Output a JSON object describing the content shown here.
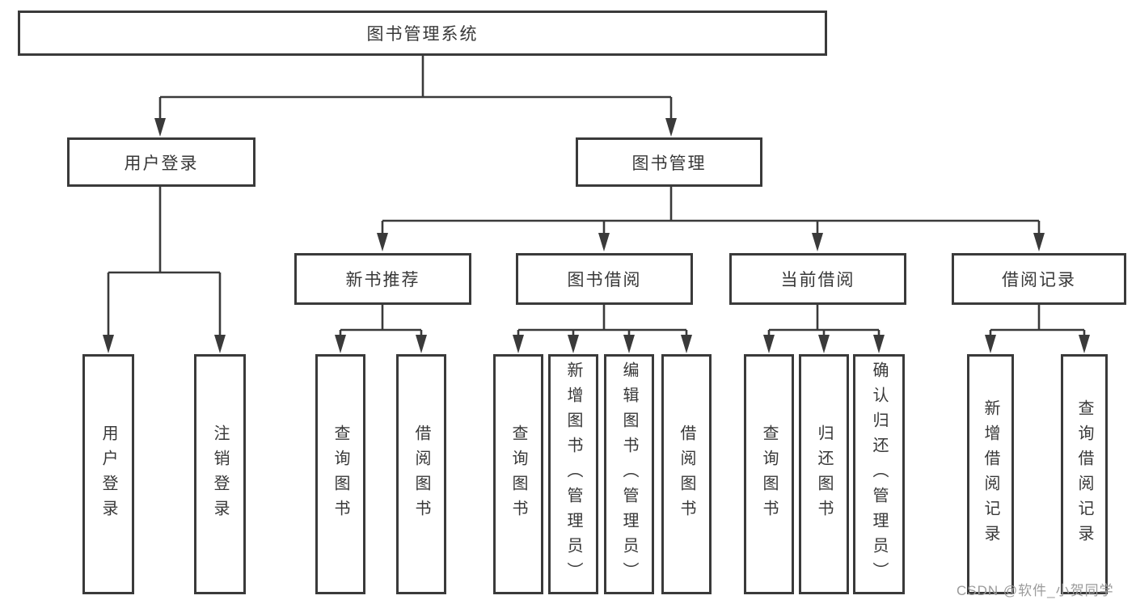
{
  "diagram": {
    "type": "tree",
    "title": "图书管理系统",
    "tree": {
      "label": "图书管理系统",
      "children": [
        {
          "label": "用户登录",
          "children": [
            {
              "label": "用户登录"
            },
            {
              "label": "注销登录"
            }
          ]
        },
        {
          "label": "图书管理",
          "children": [
            {
              "label": "新书推荐",
              "children": [
                {
                  "label": "查询图书"
                },
                {
                  "label": "借阅图书"
                }
              ]
            },
            {
              "label": "图书借阅",
              "children": [
                {
                  "label": "查询图书"
                },
                {
                  "label": "新增图书（管理员）"
                },
                {
                  "label": "编辑图书（管理员）"
                },
                {
                  "label": "借阅图书"
                }
              ]
            },
            {
              "label": "当前借阅",
              "children": [
                {
                  "label": "查询图书"
                },
                {
                  "label": "归还图书"
                },
                {
                  "label": "确认归还（管理员）"
                }
              ]
            },
            {
              "label": "借阅记录",
              "children": [
                {
                  "label": "新增借阅记录"
                },
                {
                  "label": "查询借阅记录"
                }
              ]
            }
          ]
        }
      ]
    }
  },
  "watermark": {
    "text": "CSDN @软件_小贺同学"
  },
  "colors": {
    "line": "#3a3a3a",
    "border": "#3a3a3a",
    "text": "#383838",
    "watermark": "#9b9b9b",
    "background": "#ffffff"
  }
}
